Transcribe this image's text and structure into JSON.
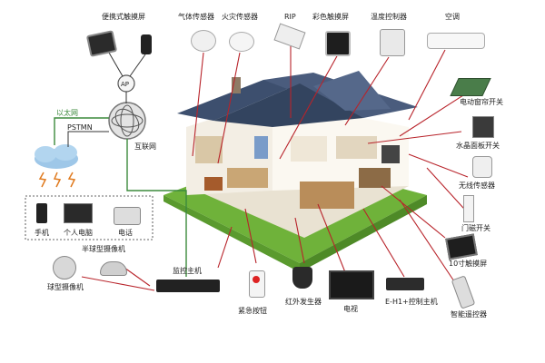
{
  "labels": {
    "portable_touchscreen": "便携式触摸屏",
    "gas_sensor": "气体传感器",
    "fire_sensor": "火灾传感器",
    "rip": "RIP",
    "color_touchscreen": "彩色触摸屏",
    "temp_controller": "温度控制器",
    "aircon": "空调",
    "ethernet": "以太网",
    "pstmn": "PSTMN",
    "ap": "AP",
    "internet": "互联网",
    "curtain_switch": "电动窗帘开关",
    "crystal_panel_switch": "水晶面板开关",
    "wireless_sensor": "无线传感器",
    "door_switch": "门磁开关",
    "touchscreen_10": "10寸触摸屏",
    "smart_remote": "智能遥控器",
    "eh_controller": "E-H1+控制主机",
    "tv": "电视",
    "ir_generator": "红外发生器",
    "emergency_button": "紧急按钮",
    "monitor_host": "监控主机",
    "half_sphere_camera": "半球型摄像机",
    "gun_camera": "球型摄像机",
    "phone": "手机",
    "pc": "个人电脑",
    "telephone": "电话"
  },
  "colors": {
    "line_red": "#b8232a",
    "line_green": "#3c8a3c",
    "roof": "#3d4f6e",
    "lawn": "#6fb23a"
  }
}
